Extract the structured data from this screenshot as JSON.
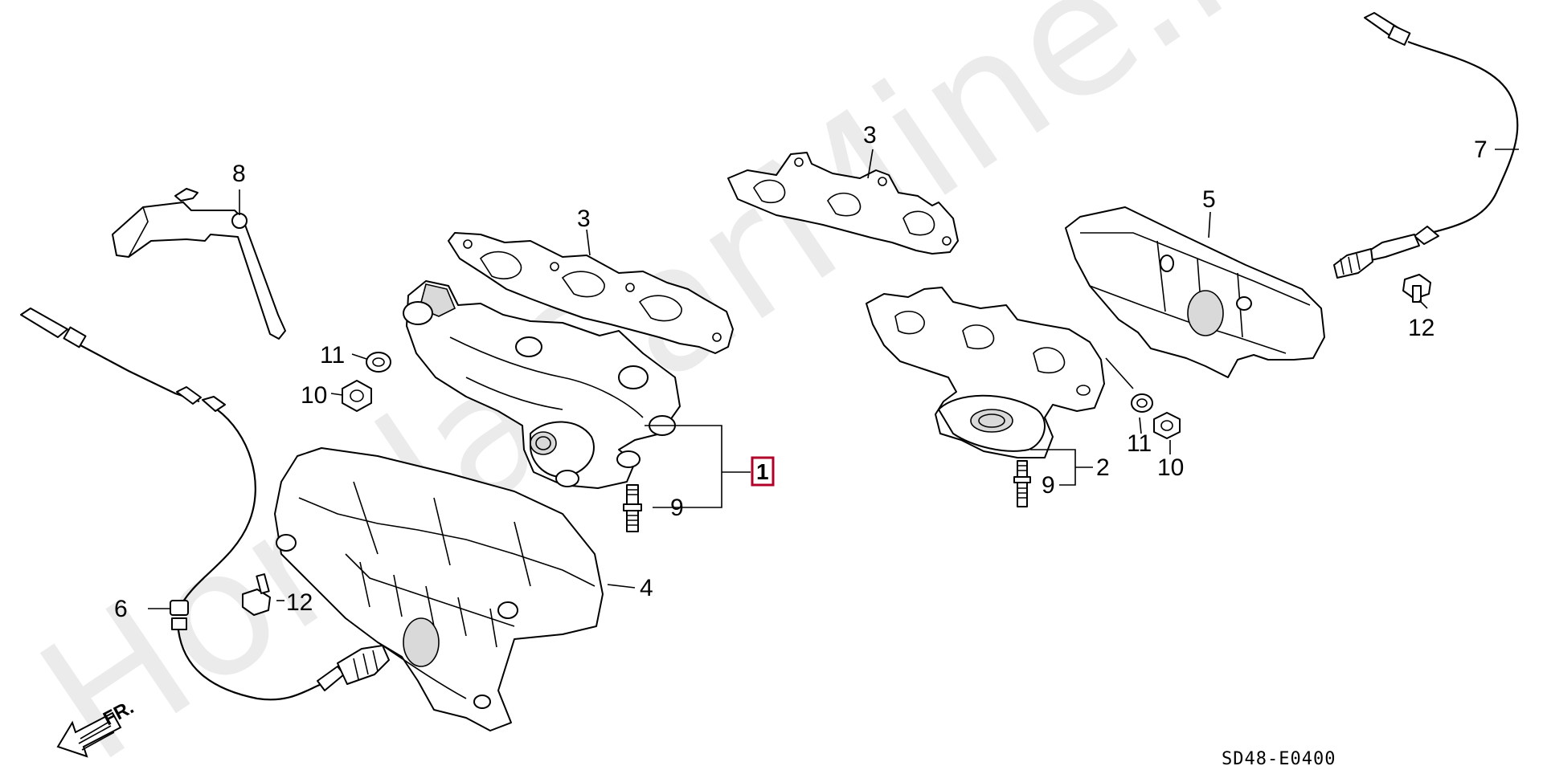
{
  "watermark": "HondaCarMine.ru",
  "diagram_code": "SD48-E0400",
  "direction_label": "FR.",
  "highlight_color": "#b0002a",
  "callouts": {
    "c1": "1",
    "c2": "2",
    "c3_left": "3",
    "c3_right": "3",
    "c4": "4",
    "c5": "5",
    "c6": "6",
    "c7": "7",
    "c8": "8",
    "c9_left": "9",
    "c9_right": "9",
    "c10_left": "10",
    "c10_right": "10",
    "c11_left": "11",
    "c11_right": "11",
    "c12_left": "12",
    "c12_right": "12"
  }
}
